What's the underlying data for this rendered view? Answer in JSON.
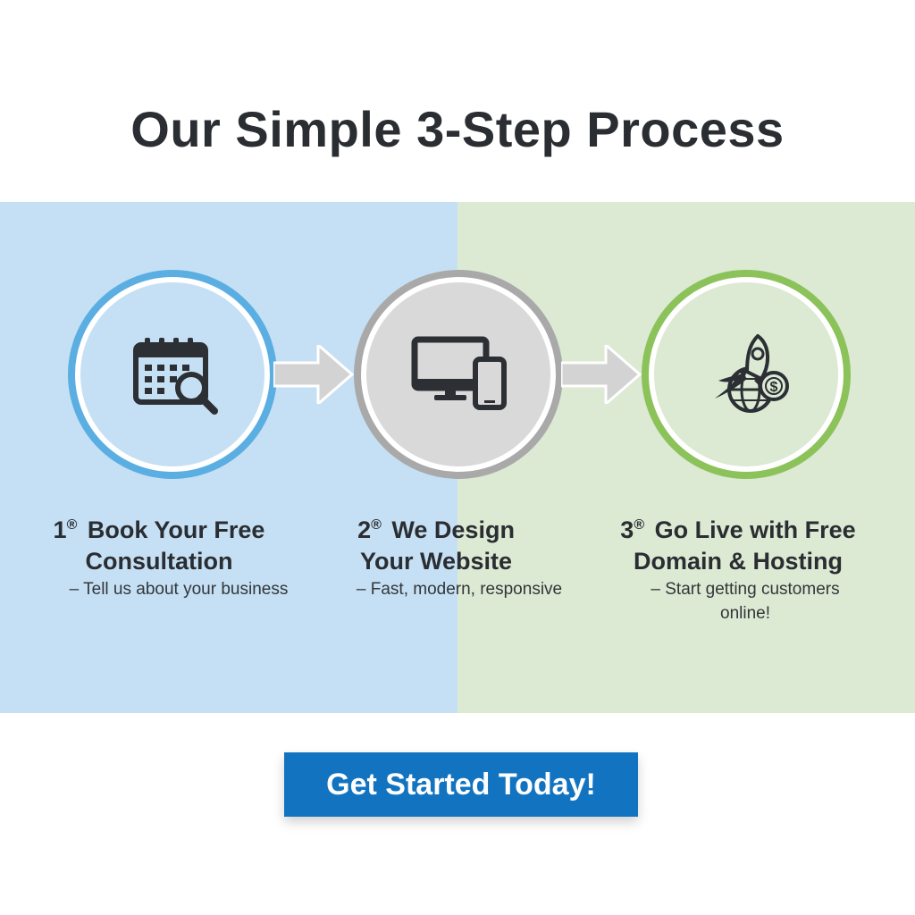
{
  "title": "Our Simple 3-Step Process",
  "steps": [
    {
      "number": "1",
      "mark": "®",
      "title_line1": "Book Your Free",
      "title_line2": "Consultation",
      "desc_line1": "– Tell us about your business",
      "desc_line2": "",
      "icon": "calendar-search-icon"
    },
    {
      "number": "2",
      "mark": "®",
      "title_line1": "We Design",
      "title_line2": "Your Website",
      "desc_line1": "– Fast, modern, responsive",
      "desc_line2": "",
      "icon": "devices-icon"
    },
    {
      "number": "3",
      "mark": "®",
      "title_line1": "Go Live with Free",
      "title_line2": "Domain & Hosting",
      "desc_line1": "– Start getting customers",
      "desc_line2": "online!",
      "icon": "rocket-globe-dollar-icon"
    }
  ],
  "cta": {
    "label": "Get Started Today!"
  },
  "colors": {
    "band_left": "#c5e0f4",
    "band_right": "#dce9d3",
    "step1_ring": "#5aaee2",
    "step2_ring": "#a9a9a9",
    "step3_ring": "#8cc25a",
    "cta_bg": "#1274c0",
    "arrow": "#d3d3d3"
  }
}
